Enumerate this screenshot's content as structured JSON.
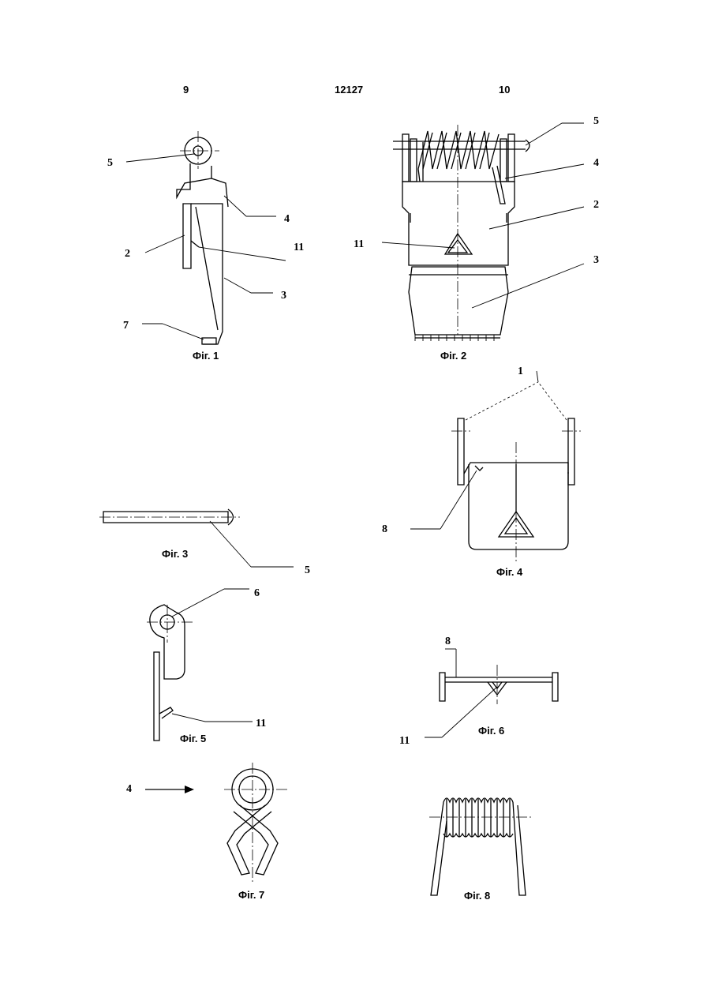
{
  "header": {
    "left_page": "9",
    "doc_number": "12127",
    "right_page": "10"
  },
  "figures": [
    {
      "caption": "Фiг. 1",
      "labels": [
        "5",
        "4",
        "2",
        "11",
        "3",
        "7"
      ]
    },
    {
      "caption": "Фiг. 2",
      "labels": [
        "5",
        "4",
        "2",
        "11",
        "3"
      ]
    },
    {
      "caption": "Фiг. 3",
      "labels": [
        "5"
      ]
    },
    {
      "caption": "Фiг. 4",
      "labels": [
        "1",
        "8"
      ]
    },
    {
      "caption": "Фiг. 5",
      "labels": [
        "6",
        "11"
      ]
    },
    {
      "caption": "Фiг. 6",
      "labels": [
        "8",
        "11"
      ]
    },
    {
      "caption": "Фiг. 7",
      "labels": [
        "4"
      ]
    },
    {
      "caption": "Фiг. 8",
      "labels": []
    }
  ]
}
